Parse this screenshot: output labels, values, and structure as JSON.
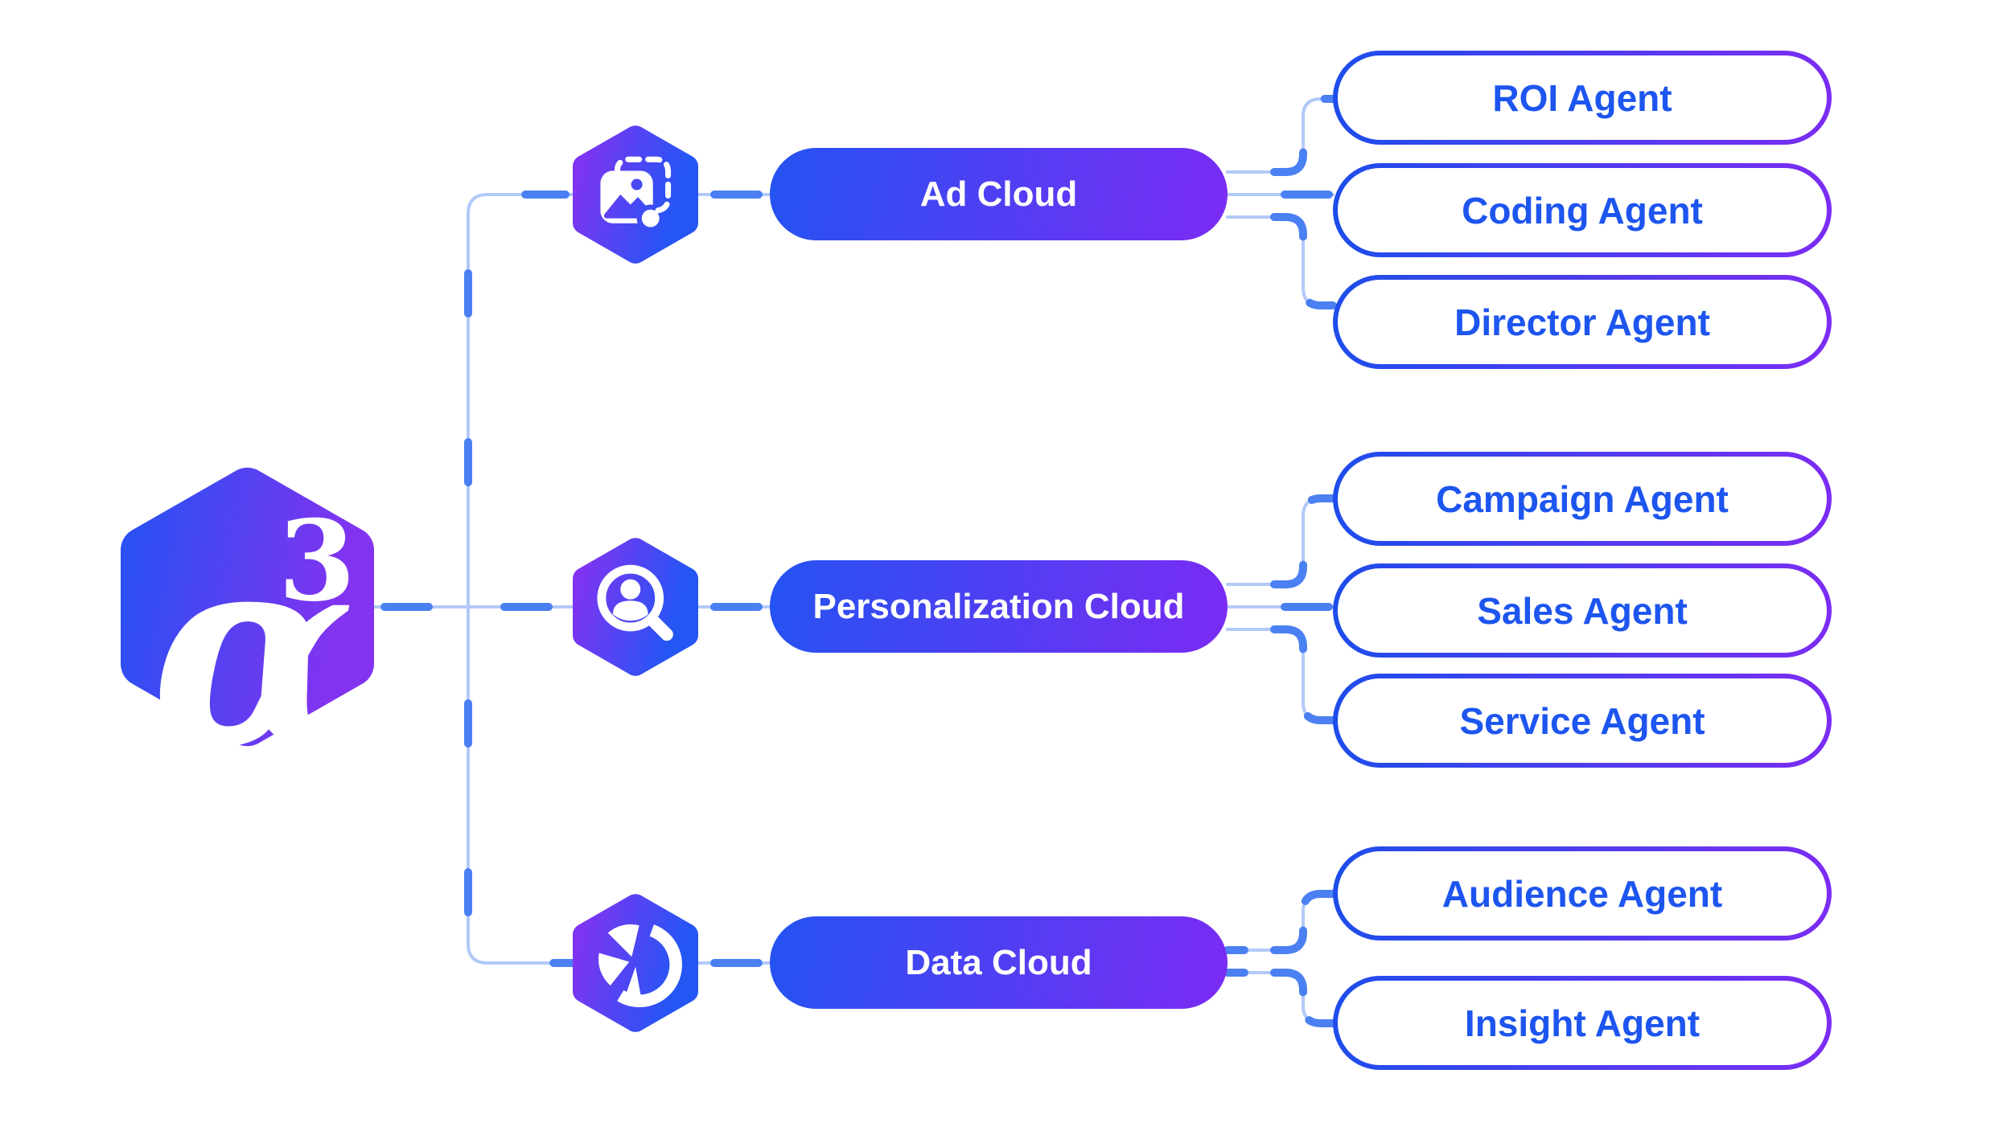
{
  "logo": {
    "alpha": "α",
    "exponent": "3"
  },
  "clouds": [
    {
      "label": "Ad Cloud",
      "icon": "ad-image-icon",
      "agents": [
        "ROI Agent",
        "Coding Agent",
        "Director Agent"
      ]
    },
    {
      "label": "Personalization Cloud",
      "icon": "user-search-icon",
      "agents": [
        "Campaign Agent",
        "Sales Agent",
        "Service Agent"
      ]
    },
    {
      "label": "Data Cloud",
      "icon": "pie-chart-icon",
      "agents": [
        "Audience Agent",
        "Insight Agent"
      ]
    }
  ],
  "colors": {
    "background": "#ffffff",
    "gradient_blue": "#2453f1",
    "gradient_purple": "#7b2bf3",
    "agent_text_blue": "#1d55ef",
    "wire_light_blue": "#b3c9f8",
    "wire_dash_blue": "#4b80f2",
    "icon_white": "#ffffff"
  }
}
